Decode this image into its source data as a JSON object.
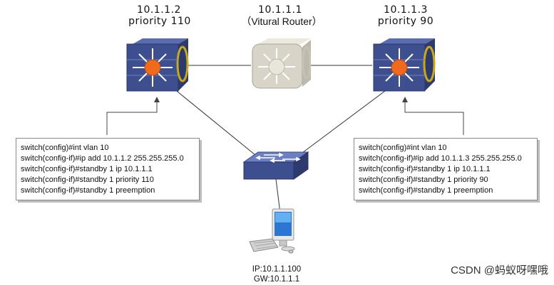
{
  "left_switch": {
    "ip": "10.1.1.2",
    "priority": "priority  110",
    "config": [
      "switch(config)#int vlan 10",
      "switch(config-if)#ip add 10.1.1.2 255.255.255.0",
      "switch(config-if)#standby 1 ip 10.1.1.1",
      "switch(config-if)#standby 1 priority  110",
      "switch(config-if)#standby 1 preemption"
    ]
  },
  "virtual_router": {
    "ip": "10.1.1.1",
    "label": "（Vitural Router）"
  },
  "right_switch": {
    "ip": "10.1.1.3",
    "priority": "priority  90",
    "config": [
      "switch(config)#int vlan 10",
      "switch(config-if)#ip add 10.1.1.3 255.255.255.0",
      "switch(config-if)#standby 1 ip 10.1.1.1",
      "switch(config-if)#standby 1 priority  90",
      "switch(config-if)#standby 1 preemption"
    ]
  },
  "pc": {
    "ip": "IP:10.1.1.100",
    "gw": "GW:10.1.1.1"
  },
  "watermark": "CSDN @蚂蚁呀嘿哦",
  "colors": {
    "switch_body": "#3d4f8f",
    "switch_core": "#f06a1e",
    "router_body": "#d8d4c8",
    "ring": "#c9a81a"
  }
}
